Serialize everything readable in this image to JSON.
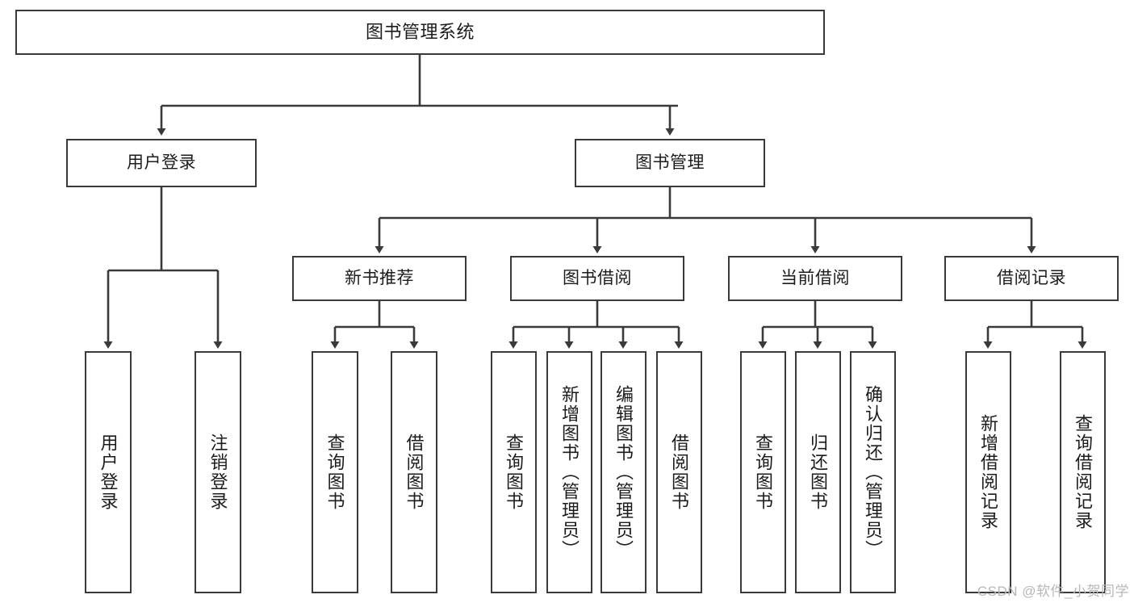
{
  "diagram": {
    "title_node": {
      "id": "root",
      "label": "图书管理系统"
    },
    "level2": [
      {
        "id": "user-login",
        "label": "用户登录"
      },
      {
        "id": "book-manage",
        "label": "图书管理"
      }
    ],
    "level3": [
      {
        "id": "new-book-recommend",
        "label": "新书推荐"
      },
      {
        "id": "book-borrow",
        "label": "图书借阅"
      },
      {
        "id": "current-borrow",
        "label": "当前借阅"
      },
      {
        "id": "borrow-record",
        "label": "借阅记录"
      }
    ],
    "leaves": {
      "user_login": [
        {
          "id": "leaf-user-login",
          "label": "用户登录"
        },
        {
          "id": "leaf-logout-login",
          "label": "注销登录"
        }
      ],
      "new_book_recommend": [
        {
          "id": "leaf-query-book-1",
          "label": "查询图书"
        },
        {
          "id": "leaf-borrow-book-1",
          "label": "借阅图书"
        }
      ],
      "book_borrow": [
        {
          "id": "leaf-query-book-2",
          "label": "查询图书"
        },
        {
          "id": "leaf-add-book",
          "label": "新增图书（管理员）"
        },
        {
          "id": "leaf-edit-book",
          "label": "编辑图书（管理员）"
        },
        {
          "id": "leaf-borrow-book-2",
          "label": "借阅图书"
        }
      ],
      "current_borrow": [
        {
          "id": "leaf-query-book-3",
          "label": "查询图书"
        },
        {
          "id": "leaf-return-book",
          "label": "归还图书"
        },
        {
          "id": "leaf-confirm-return",
          "label": "确认归还（管理员）"
        }
      ],
      "borrow_record": [
        {
          "id": "leaf-add-record",
          "label": "新增借阅记录"
        },
        {
          "id": "leaf-query-record",
          "label": "查询借阅记录"
        }
      ]
    }
  },
  "watermark": {
    "text": "CSDN @软件_小贺同学"
  },
  "colors": {
    "stroke": "#3a3a3a",
    "background": "#ffffff",
    "text": "#1c1c1c",
    "watermark": "#b7b7b7"
  }
}
